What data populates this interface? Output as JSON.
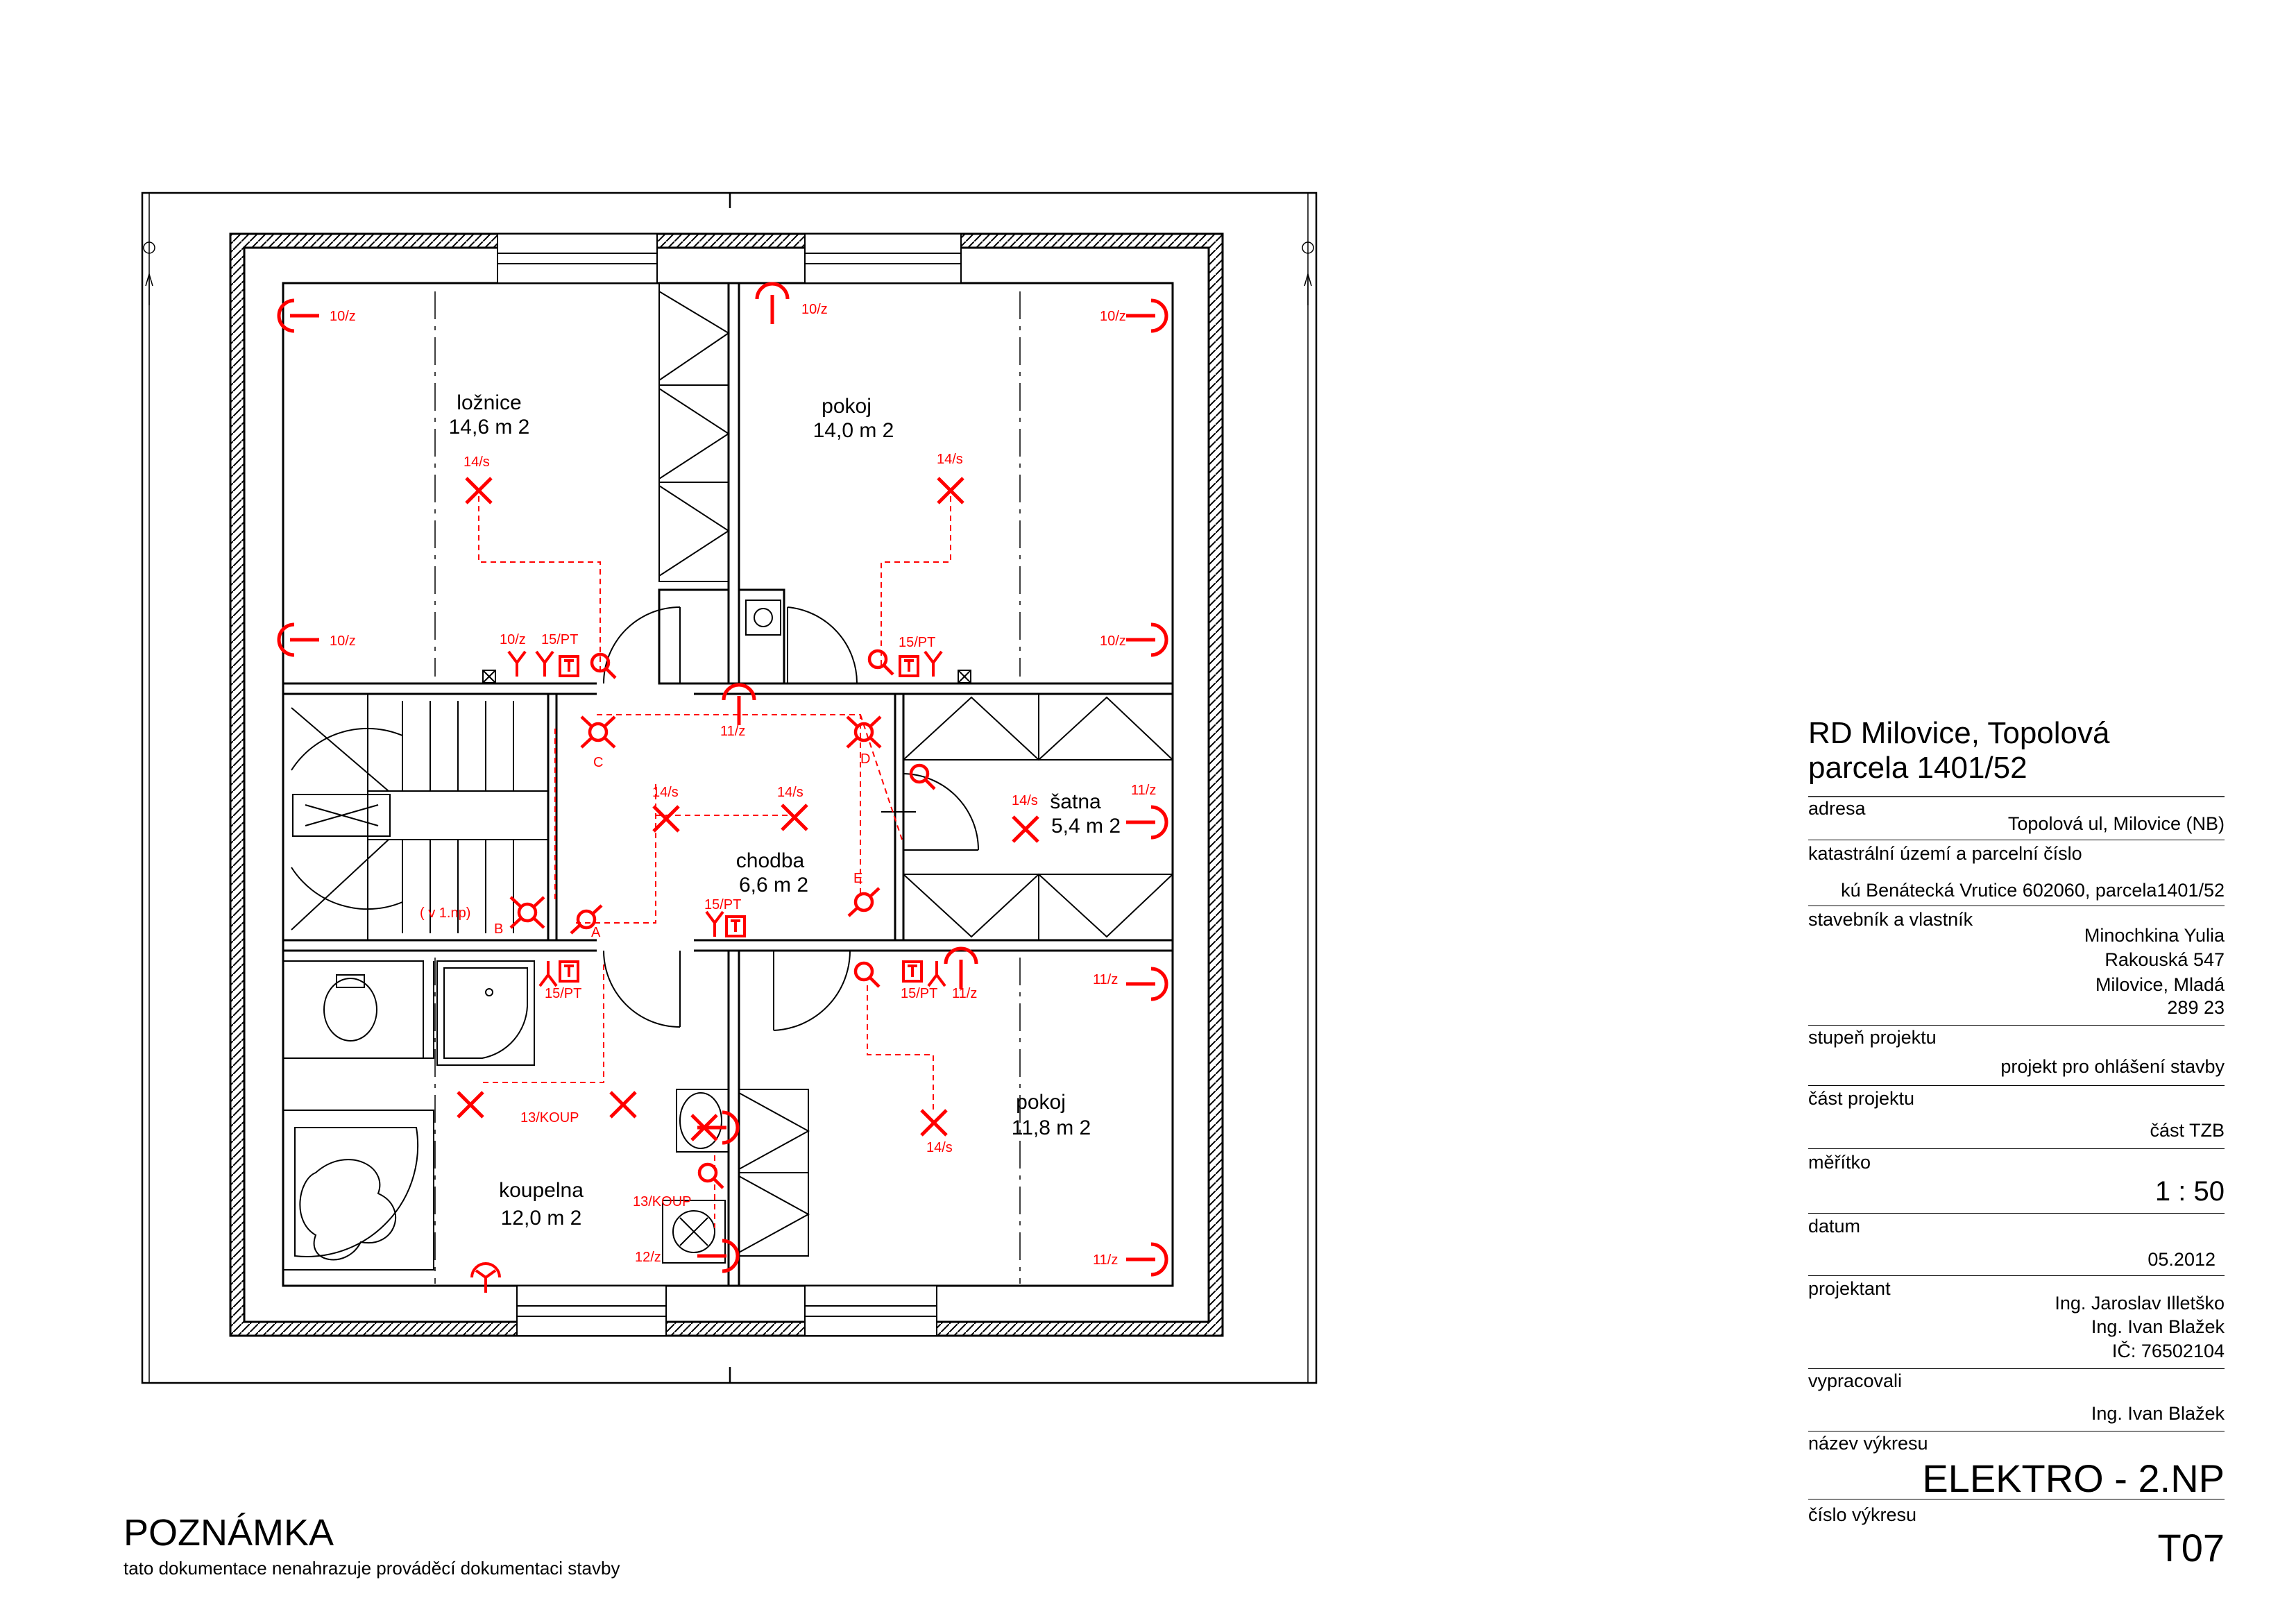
{
  "rooms": {
    "loznice": {
      "name": "ložnice",
      "area": "14,6  m 2"
    },
    "pokoj_top": {
      "name": "pokoj",
      "area": "14,0 m 2"
    },
    "satna": {
      "name": "šatna",
      "area": "5,4  m 2"
    },
    "chodba": {
      "name": "chodba",
      "area": "6,6  m 2"
    },
    "koupelna": {
      "name": "koupelna",
      "area": "12,0  m 2"
    },
    "pokoj_bottom": {
      "name": "pokoj",
      "area": "11,8   m 2"
    }
  },
  "symbol_labels": {
    "s10z": "10/z",
    "s11z": "11/z",
    "s12z": "12/z",
    "s14s": "14/s",
    "s15pt": "15/PT",
    "s13koup": "13/KOUP",
    "stair_note": "( v 1.np)",
    "A": "A",
    "B": "B",
    "C": "C",
    "D": "D",
    "E": "E"
  },
  "title_block": {
    "project_line1": "RD Milovice, Topolová",
    "project_line2": "parcela 1401/52",
    "address_label": "adresa",
    "address_value": "Topolová ul, Milovice (NB)",
    "cadastre_label": "katastrální území a parcelní číslo",
    "cadastre_value": "kú Benátecká Vrutice 602060, parcela1401/52",
    "owner_label": "stavebník a vlastník",
    "owner_line1": "Minochkina Yulia",
    "owner_line2": "Rakouská 547",
    "owner_line3": "Milovice, Mladá",
    "owner_line4": "289 23",
    "stage_label": "stupeň projektu",
    "stage_value": "projekt pro ohlášení stavby",
    "part_label": "část projektu",
    "part_value": "část TZB",
    "scale_label": "měřítko",
    "scale_value": "1 : 50",
    "date_label": "datum",
    "date_value": "05.2012",
    "designer_label": "projektant",
    "designer_line1": "Ing. Jaroslav Illetško",
    "designer_line2": "Ing. Ivan Blažek",
    "designer_line3": "IČ: 76502104",
    "prepared_label": "vypracovali",
    "prepared_value": "Ing. Ivan Blažek",
    "drawing_name_label": "název výkresu",
    "drawing_name_value": "ELEKTRO - 2.NP",
    "drawing_number_label": "číslo výkresu",
    "drawing_number_value": "T07"
  },
  "note": {
    "title": "POZNÁMKA",
    "text": "tato dokumentace nenahrazuje prováděcí dokumentaci stavby"
  },
  "colors": {
    "electric": "#ff0000",
    "lines": "#000000"
  }
}
